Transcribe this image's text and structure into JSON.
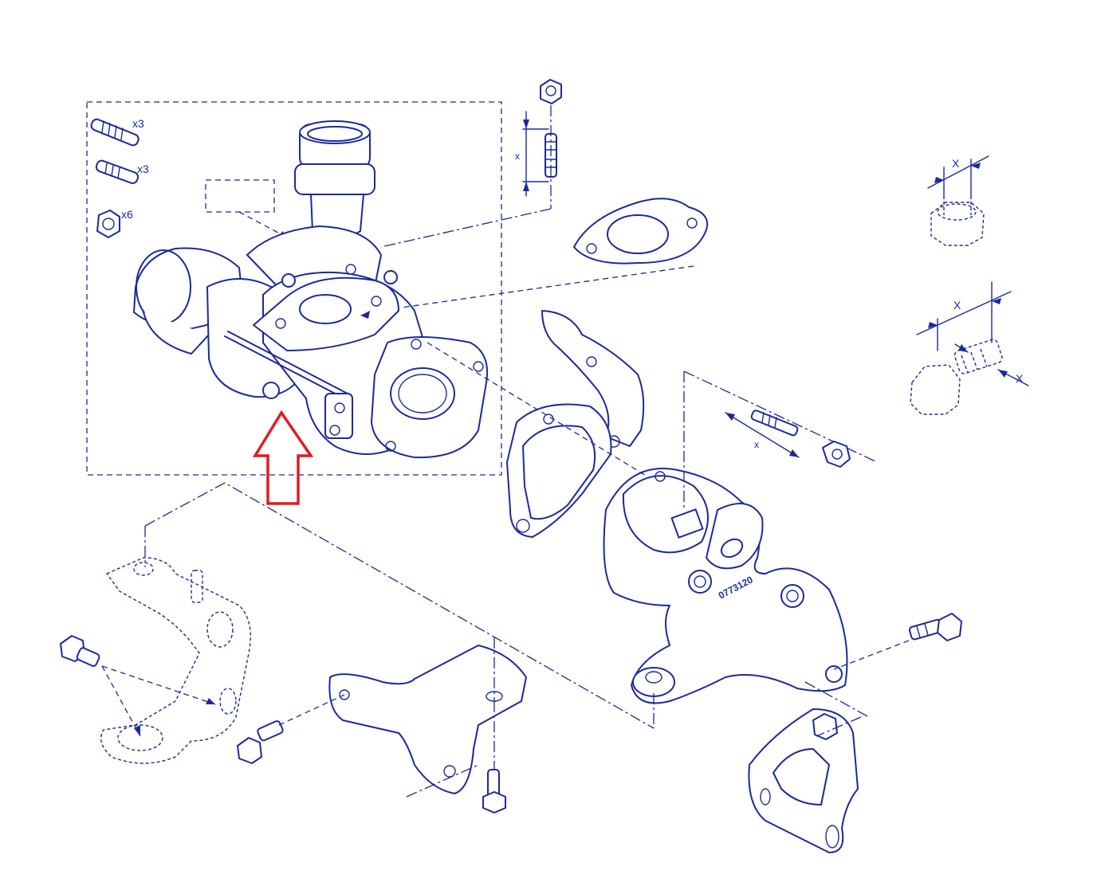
{
  "labels": {
    "stud_qty_1": "x3",
    "stud_qty_2": "x3",
    "nut_qty": "x6",
    "dim_x_stud_top": "x",
    "dim_x_nut_right": "X",
    "dim_x_bolt_right": "X",
    "dim_x_bolt_right_side": "X",
    "dim_x_stud_mid": "x",
    "casting_code": "0773120"
  },
  "colors": {
    "line": "#1a2a9c",
    "highlight_arrow": "#e01b24",
    "background": "#ffffff"
  },
  "icons": {
    "highlight": "red-up-arrow"
  }
}
